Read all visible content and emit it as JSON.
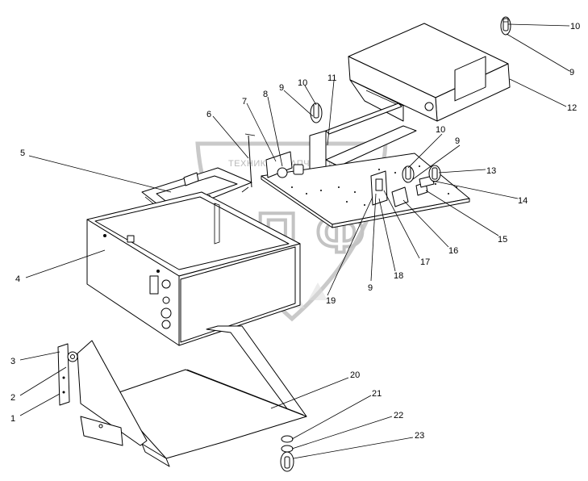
{
  "watermark": {
    "caption": "ТЕХНИКА И ЗАПЧАСТИ",
    "letters": [
      "Э",
      "П",
      "Ф"
    ]
  },
  "callouts": [
    {
      "id": "c1",
      "label": "1"
    },
    {
      "id": "c2",
      "label": "2"
    },
    {
      "id": "c3",
      "label": "3"
    },
    {
      "id": "c4",
      "label": "4"
    },
    {
      "id": "c5",
      "label": "5"
    },
    {
      "id": "c6",
      "label": "6"
    },
    {
      "id": "c7",
      "label": "7"
    },
    {
      "id": "c8",
      "label": "8"
    },
    {
      "id": "c9a",
      "label": "9"
    },
    {
      "id": "c10a",
      "label": "10"
    },
    {
      "id": "c11",
      "label": "11"
    },
    {
      "id": "c10b",
      "label": "10"
    },
    {
      "id": "c9b",
      "label": "9"
    },
    {
      "id": "c12",
      "label": "12"
    },
    {
      "id": "c10c",
      "label": "10"
    },
    {
      "id": "c9c",
      "label": "9"
    },
    {
      "id": "c13",
      "label": "13"
    },
    {
      "id": "c14",
      "label": "14"
    },
    {
      "id": "c15",
      "label": "15"
    },
    {
      "id": "c16",
      "label": "16"
    },
    {
      "id": "c17",
      "label": "17"
    },
    {
      "id": "c18",
      "label": "18"
    },
    {
      "id": "c9d",
      "label": "9"
    },
    {
      "id": "c19",
      "label": "19"
    },
    {
      "id": "c20",
      "label": "20"
    },
    {
      "id": "c21",
      "label": "21"
    },
    {
      "id": "c22",
      "label": "22"
    },
    {
      "id": "c23",
      "label": "23"
    }
  ]
}
